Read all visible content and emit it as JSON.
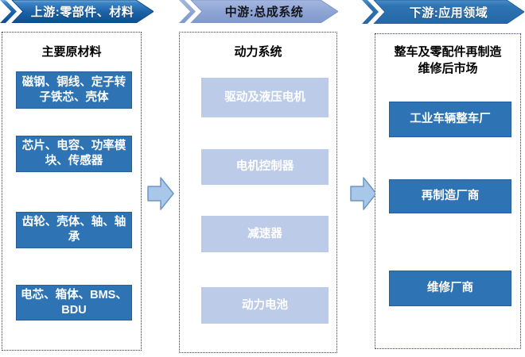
{
  "diagram": {
    "columns": [
      {
        "header": "上游:零部件、材料",
        "title": "主要原材料",
        "items": [
          "磁钢、铜线、定子转子铁芯、壳体",
          "芯片、电容、功率模块、传感器",
          "齿轮、壳体、轴、轴承",
          "电芯、箱体、BMS、BDU"
        ]
      },
      {
        "header": "中游:总成系统",
        "title": "动力系统",
        "items": [
          "驱动及液压电机",
          "电机控制器",
          "减速器",
          "动力电池"
        ]
      },
      {
        "header": "下游:应用领域",
        "title": "整车及零配件再制造维修后市场",
        "items": [
          "工业车辆整车厂",
          "再制造厂商",
          "维修厂商"
        ]
      }
    ],
    "icons": {
      "flow_arrow": "block-arrow-right"
    },
    "colors": {
      "dark_blue": "#2E74B5",
      "header_gradient_top": "#7FB2DE",
      "header_gradient_bottom": "#0F4E8C",
      "periwinkle_header": "#8EA5D4",
      "periwinkle_item": "#BCCCE8",
      "arrow_fill": "#A9C7E9",
      "arrow_stroke": "#6B96C8",
      "panel_border": "#39415C",
      "item_text": "#FFFFFF",
      "title_text": "#000000"
    }
  }
}
